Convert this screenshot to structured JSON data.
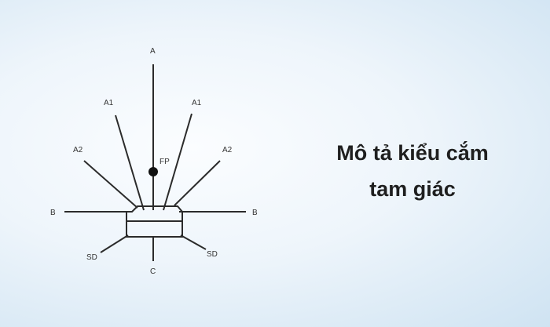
{
  "diagram": {
    "labels": {
      "a": "A",
      "a1_left": "A1",
      "a1_right": "A1",
      "a2_left": "A2",
      "a2_right": "A2",
      "fp": "FP",
      "b_left": "B",
      "b_right": "B",
      "sd_left": "SD",
      "sd_right": "SD",
      "c": "C"
    }
  },
  "caption": {
    "line1": "Mô tả kiểu cắm",
    "line2": "tam giác"
  }
}
